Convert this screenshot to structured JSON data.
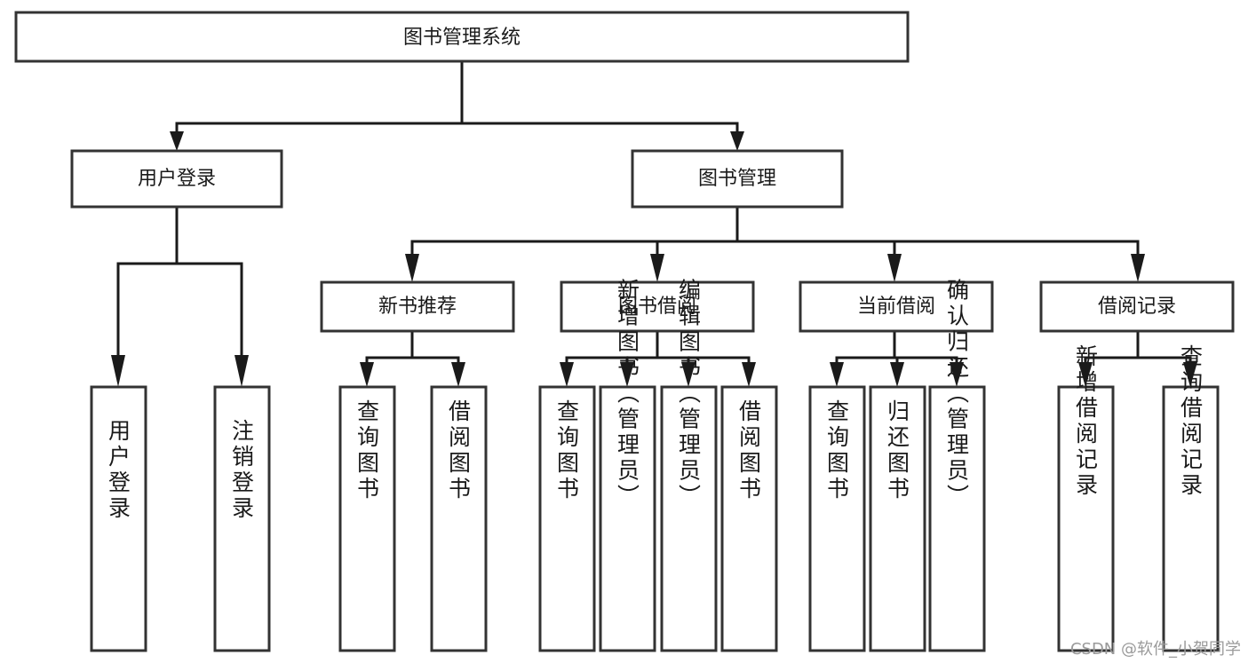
{
  "diagram": {
    "type": "tree-hierarchy",
    "title": "图书管理系统",
    "theme": {
      "background": "#ffffff",
      "box_fill": "#ffffff",
      "box_stroke": "#333333",
      "connector": "#1a1a1a",
      "text": "#1a1a1a",
      "watermark": "#9a9a9a"
    },
    "root": {
      "label": "图书管理系统",
      "orientation": "horizontal"
    },
    "level2": [
      {
        "label": "用户登录",
        "orientation": "horizontal"
      },
      {
        "label": "图书管理",
        "orientation": "horizontal"
      }
    ],
    "level3": [
      {
        "label": "新书推荐",
        "orientation": "horizontal"
      },
      {
        "label": "图书借阅",
        "orientation": "horizontal"
      },
      {
        "label": "当前借阅",
        "orientation": "horizontal"
      },
      {
        "label": "借阅记录",
        "orientation": "horizontal"
      }
    ],
    "leaves": {
      "user_login": [
        {
          "label": "用户登录",
          "orientation": "vertical"
        },
        {
          "label": "注销登录",
          "orientation": "vertical"
        }
      ],
      "new_book_recommend": [
        {
          "label": "查询图书",
          "orientation": "vertical"
        },
        {
          "label": "借阅图书",
          "orientation": "vertical"
        }
      ],
      "book_borrow": [
        {
          "label": "查询图书",
          "orientation": "vertical"
        },
        {
          "label": "新增图书（管理员）",
          "orientation": "vertical"
        },
        {
          "label": "编辑图书（管理员）",
          "orientation": "vertical"
        },
        {
          "label": "借阅图书",
          "orientation": "vertical"
        }
      ],
      "current_borrow": [
        {
          "label": "查询图书",
          "orientation": "vertical"
        },
        {
          "label": "归还图书",
          "orientation": "vertical"
        },
        {
          "label": "确认归还（管理员）",
          "orientation": "vertical"
        }
      ],
      "borrow_record": [
        {
          "label": "新增借阅记录",
          "orientation": "vertical"
        },
        {
          "label": "查询借阅记录",
          "orientation": "vertical"
        }
      ]
    },
    "watermark": "CSDN @软件_小贺同学"
  }
}
